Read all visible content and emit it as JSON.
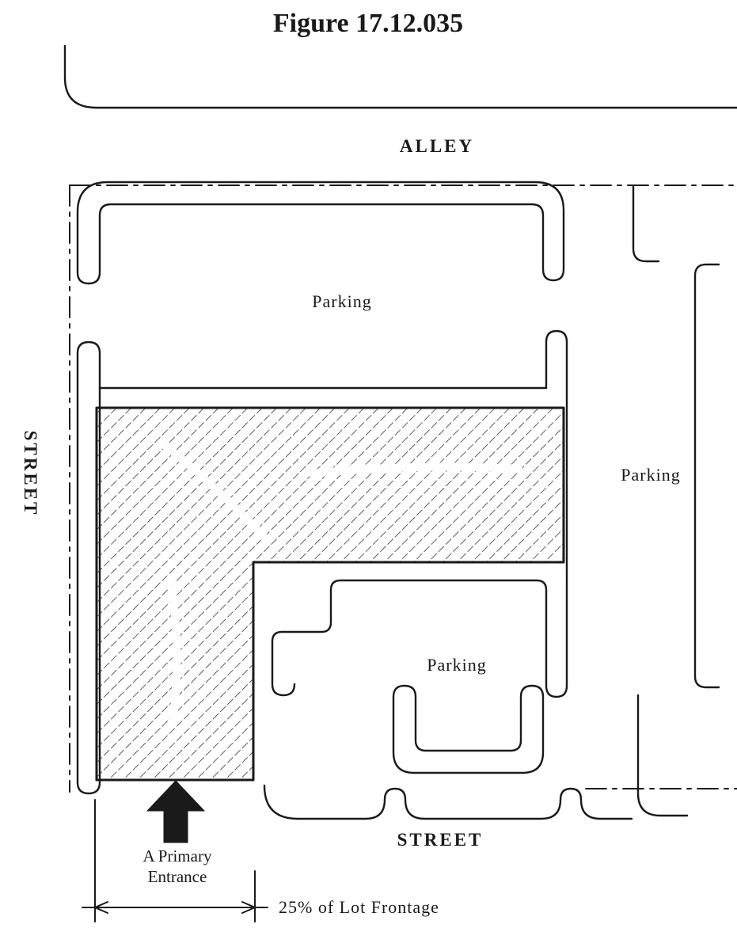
{
  "figure": {
    "title": "Figure 17.12.035",
    "labels": {
      "alley": "ALLEY",
      "street_left": "STREET",
      "street_bottom": "STREET",
      "parking_top": "Parking",
      "parking_right": "Parking",
      "parking_bottom": "Parking",
      "entrance_line1": "A Primary",
      "entrance_line2": "Entrance",
      "frontage": "25% of Lot Frontage"
    },
    "colors": {
      "ink": "#1a1a1a",
      "paper": "#ffffff"
    }
  }
}
